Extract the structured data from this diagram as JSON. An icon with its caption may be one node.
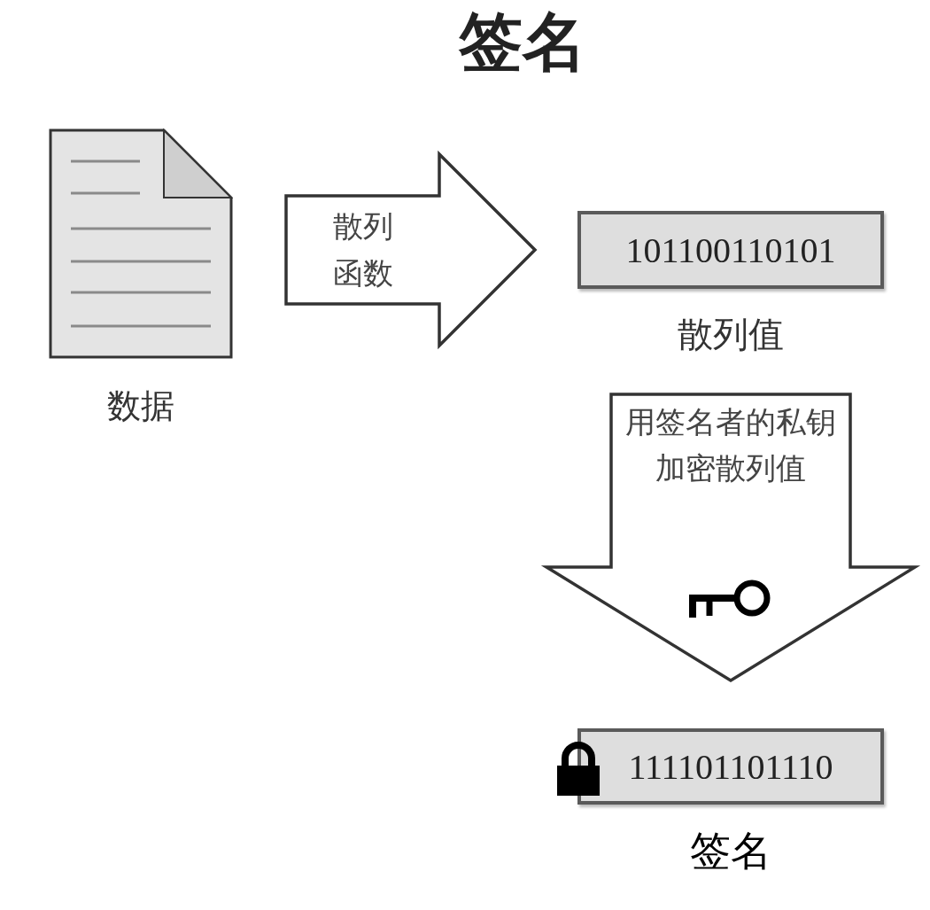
{
  "diagram": {
    "title": "签名",
    "nodes": [
      {
        "text": [
          "数据"
        ]
      },
      {
        "text": [
          "101100110101"
        ],
        "beside": [
          "散列值"
        ]
      },
      {
        "text": [
          "111101101110"
        ],
        "beside": [
          "签名"
        ]
      }
    ],
    "edges": [
      {
        "from": 0,
        "to": 1,
        "arrow": "to",
        "label": "散列函数"
      },
      {
        "from": 1,
        "to": 2,
        "arrow": "to",
        "label": "用签名者的私钥加密散列值"
      }
    ]
  }
}
